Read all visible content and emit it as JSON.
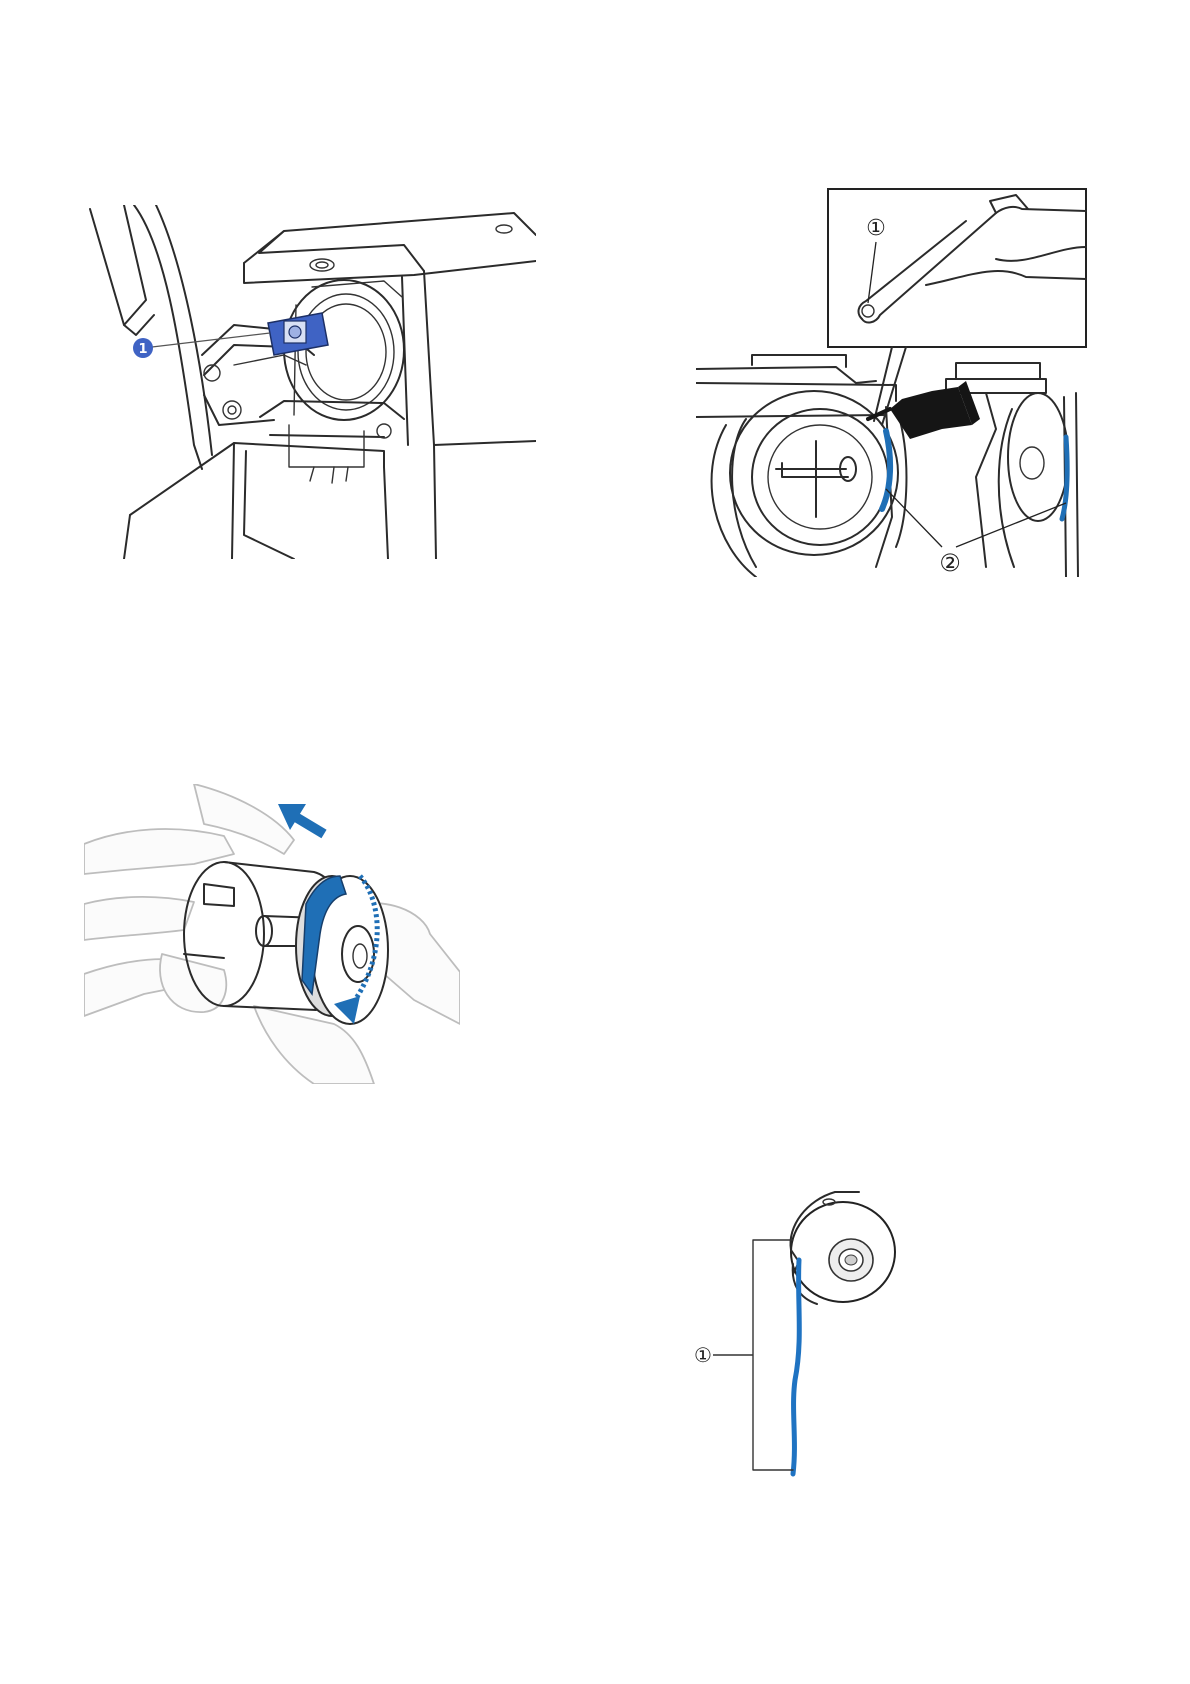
{
  "figures": {
    "hook_cover": {
      "callout": "1",
      "accent": "#3f63c4"
    },
    "oiling": {
      "callout_1": "①",
      "callout_2": "②",
      "accent": "#1f6fb6"
    },
    "bobbin_insert": {
      "accent": "#1f6fb6"
    },
    "bobbin_case_thread": {
      "callout": "①",
      "accent": "#1f73c2"
    }
  }
}
